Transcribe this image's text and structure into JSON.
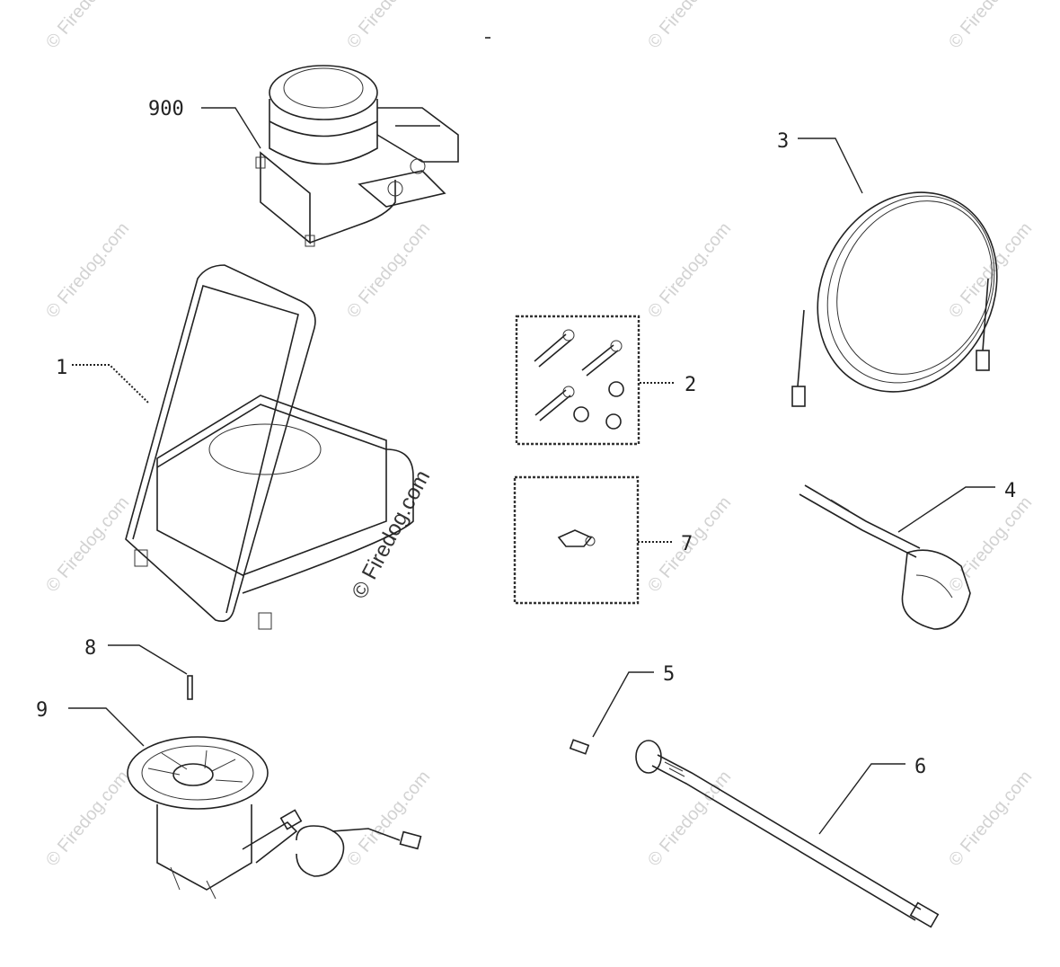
{
  "watermark": {
    "text": "© Firedog.com",
    "center_text": "© Firedog.com",
    "color": "#c8c8c8"
  },
  "parts": [
    {
      "id": "engine",
      "callout": "900"
    },
    {
      "id": "frame",
      "callout": "1"
    },
    {
      "id": "hardware-kit",
      "callout": "2"
    },
    {
      "id": "high-pressure-hose",
      "callout": "3"
    },
    {
      "id": "spray-gun",
      "callout": "4"
    },
    {
      "id": "spray-wand",
      "callout": "5"
    },
    {
      "id": "nozzle",
      "callout": "6"
    },
    {
      "id": "fitting-kit",
      "callout": "7"
    },
    {
      "id": "key-pin",
      "callout": "8"
    },
    {
      "id": "pump",
      "callout": "9"
    }
  ]
}
